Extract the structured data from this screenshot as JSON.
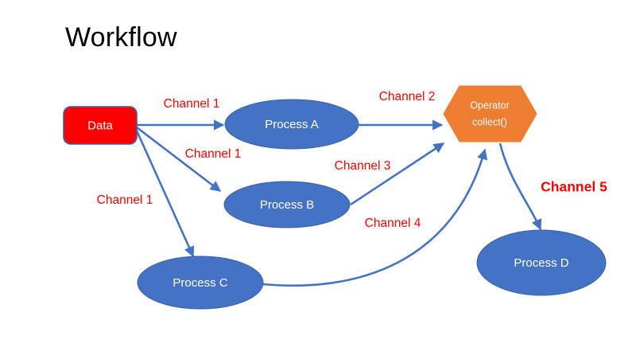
{
  "slide": {
    "title": "Workflow",
    "background": "#ffffff"
  },
  "colors": {
    "process_fill": "#4472c4",
    "data_fill": "#ff0000",
    "operator_fill": "#ed7d31",
    "connector": "#4472c4",
    "label": "#ff0000",
    "title": "#000000"
  },
  "nodes": {
    "data": {
      "label": "Data",
      "shape": "rounded-rectangle",
      "fill": "#ff0000"
    },
    "process_a": {
      "label": "Process A",
      "shape": "ellipse",
      "fill": "#4472c4"
    },
    "process_b": {
      "label": "Process B",
      "shape": "ellipse",
      "fill": "#4472c4"
    },
    "process_c": {
      "label": "Process C",
      "shape": "ellipse",
      "fill": "#4472c4"
    },
    "process_d": {
      "label": "Process D",
      "shape": "ellipse",
      "fill": "#4472c4"
    },
    "operator": {
      "label_line1": "Operator",
      "label_line2": "collect()",
      "shape": "hexagon",
      "fill": "#ed7d31"
    }
  },
  "edges": [
    {
      "id": "data-to-a",
      "label": "Channel 1",
      "from": "data",
      "to": "process_a"
    },
    {
      "id": "data-to-b",
      "label": "Channel 1",
      "from": "data",
      "to": "process_b"
    },
    {
      "id": "data-to-c",
      "label": "Channel 1",
      "from": "data",
      "to": "process_c"
    },
    {
      "id": "a-to-operator",
      "label": "Channel 2",
      "from": "process_a",
      "to": "operator"
    },
    {
      "id": "b-to-operator",
      "label": "Channel 3",
      "from": "process_b",
      "to": "operator"
    },
    {
      "id": "c-to-operator",
      "label": "Channel 4",
      "from": "process_c",
      "to": "operator"
    },
    {
      "id": "operator-to-d",
      "label": "Channel 5",
      "from": "operator",
      "to": "process_d",
      "emphasis": true
    }
  ]
}
